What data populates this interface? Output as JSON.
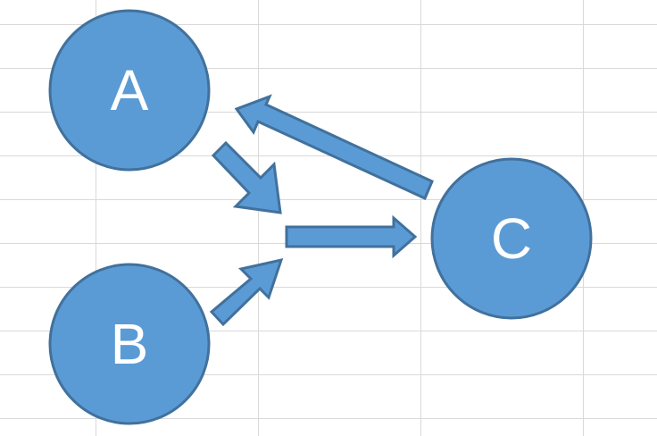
{
  "colors": {
    "node_fill": "#5b9bd5",
    "node_stroke": "#41719c",
    "label": "#ffffff",
    "grid": "#d9d9d9",
    "background": "#ffffff"
  },
  "nodes": {
    "a": {
      "label": "A"
    },
    "b": {
      "label": "B"
    },
    "c": {
      "label": "C"
    }
  },
  "edges": [
    {
      "from": "A",
      "to": "merge"
    },
    {
      "from": "B",
      "to": "merge"
    },
    {
      "from": "merge",
      "to": "C"
    },
    {
      "from": "C",
      "to": "A"
    }
  ]
}
